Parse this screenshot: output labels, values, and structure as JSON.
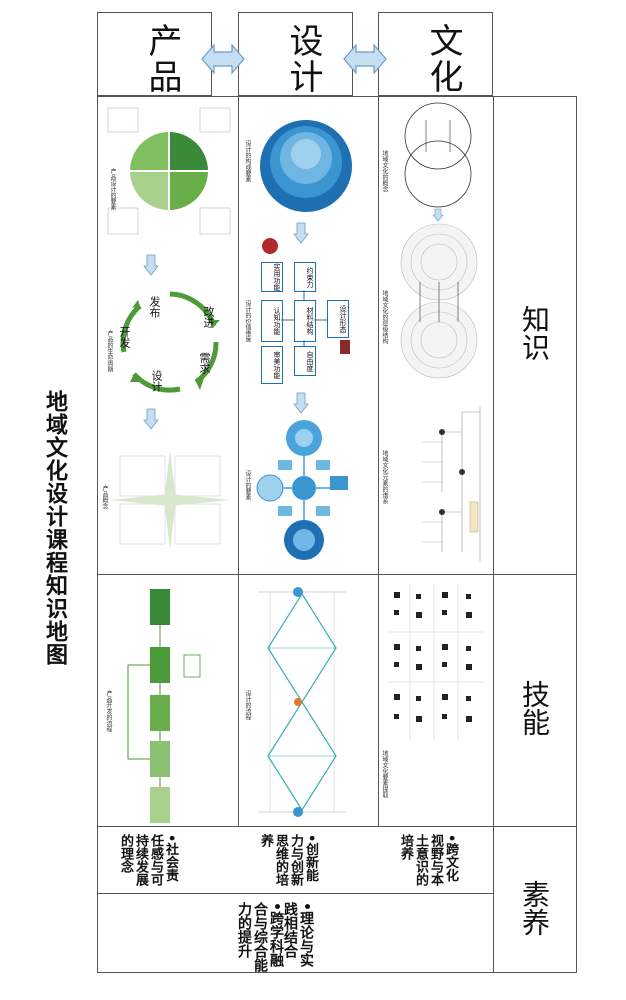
{
  "page_title": "地域文化设计课程知识地图",
  "columns": {
    "product": "产品",
    "design": "设计",
    "culture": "文化"
  },
  "rows": {
    "knowledge": "知识",
    "skills": "技能",
    "literacy": "素养"
  },
  "captions": {
    "product_knowledge": [
      "产品设计的要素",
      "产品的生命周期",
      "产品概念"
    ],
    "design_knowledge": [
      "设计的构成要素",
      "设计的价值维度",
      "设计的要素"
    ],
    "culture_knowledge": [
      "地域文化的概念",
      "地域文化的层级结构",
      "地域文化元素的谱系"
    ],
    "product_skills": "产品开发的流程",
    "design_skills": "设计的流程",
    "culture_skills": "地域文化要素提取"
  },
  "lifecycle_labels": [
    "改进",
    "需求",
    "设计",
    "开发",
    "发布"
  ],
  "design_values": [
    "约束力",
    "实用功能",
    "材料结构",
    "设计形态",
    "认知功能",
    "自由度",
    "审美功能"
  ],
  "literacy": {
    "product": "社会责任感与可持续发展的理念",
    "design": "创新能力与创新思维的培养",
    "culture": "跨文化视野与本土意识的培养",
    "bottom_1": "跨学科融合与综合能力的提升",
    "bottom_2": "理论与实践相结合"
  },
  "colors": {
    "green_dark": "#3a8a3a",
    "green_mid": "#6aae4a",
    "green_light": "#a9d18e",
    "blue_dark": "#1f6fb3",
    "blue_mid": "#3b95d1",
    "blue_light": "#9fd0ee",
    "arrow_fill": "#c5dff1",
    "arrow_stroke": "#6a9cc8"
  }
}
